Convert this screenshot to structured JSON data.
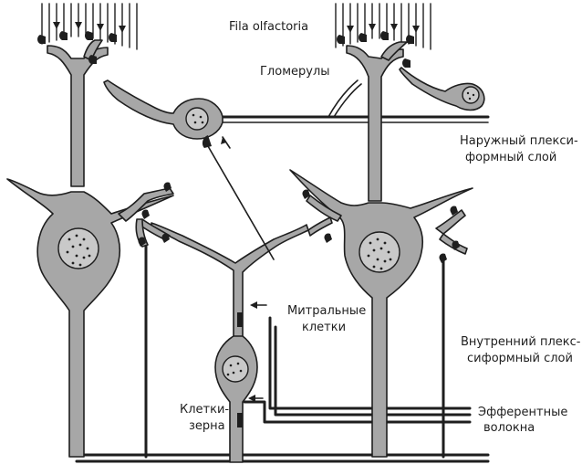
{
  "diagram": {
    "labels": {
      "fila_olfactoria": "Fila olfactoria",
      "glomeruli": "Гломерулы",
      "outer_plexiform_1": "Наружный плекси-",
      "outer_plexiform_2": "формный слой",
      "mitral_cells_1": "Митральные",
      "mitral_cells_2": "клетки",
      "inner_plexiform_1": "Внутренний плекс-",
      "inner_plexiform_2": "сиформный слой",
      "granule_cells_1": "Клетки-",
      "granule_cells_2": "зерна",
      "efferent_fibers_1": "Эфферентные",
      "efferent_fibers_2": "волокна"
    },
    "colors": {
      "cell_fill": "#a7a7a7",
      "nucleus_fill": "#c9c9c9",
      "ink": "#1e1e1e",
      "background": "#ffffff"
    }
  }
}
